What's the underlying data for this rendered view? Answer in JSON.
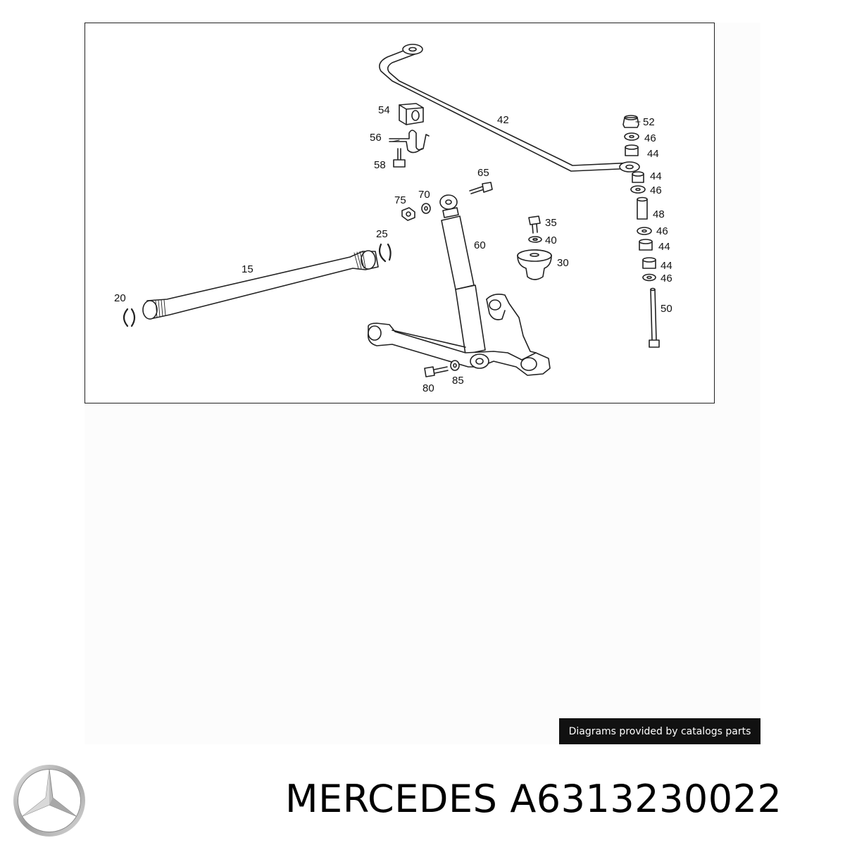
{
  "diagram": {
    "parts": [
      {
        "id": "p42",
        "label": "42",
        "name": "stabilizer-bar"
      },
      {
        "id": "p52",
        "label": "52",
        "name": "nut"
      },
      {
        "id": "p46a",
        "label": "46",
        "name": "washer"
      },
      {
        "id": "p44a",
        "label": "44",
        "name": "rubber-bushing"
      },
      {
        "id": "p44b",
        "label": "44",
        "name": "rubber-bushing"
      },
      {
        "id": "p46b",
        "label": "46",
        "name": "washer"
      },
      {
        "id": "p48",
        "label": "48",
        "name": "spacer-tube"
      },
      {
        "id": "p46c",
        "label": "46",
        "name": "washer"
      },
      {
        "id": "p44c",
        "label": "44",
        "name": "rubber-bushing"
      },
      {
        "id": "p44d",
        "label": "44",
        "name": "rubber-bushing"
      },
      {
        "id": "p46d",
        "label": "46",
        "name": "washer"
      },
      {
        "id": "p50",
        "label": "50",
        "name": "link-bolt"
      },
      {
        "id": "p54",
        "label": "54",
        "name": "bar-mount-bushing"
      },
      {
        "id": "p56",
        "label": "56",
        "name": "bracket-clamp"
      },
      {
        "id": "p58",
        "label": "58",
        "name": "bolt"
      },
      {
        "id": "p65",
        "label": "65",
        "name": "bolt"
      },
      {
        "id": "p75",
        "label": "75",
        "name": "nut"
      },
      {
        "id": "p70",
        "label": "70",
        "name": "washer"
      },
      {
        "id": "p60",
        "label": "60",
        "name": "shock-absorber"
      },
      {
        "id": "p35",
        "label": "35",
        "name": "bolt"
      },
      {
        "id": "p40",
        "label": "40",
        "name": "washer"
      },
      {
        "id": "p30",
        "label": "30",
        "name": "rubber-buffer"
      },
      {
        "id": "p25",
        "label": "25",
        "name": "snap-ring"
      },
      {
        "id": "p15",
        "label": "15",
        "name": "torsion-bar"
      },
      {
        "id": "p20",
        "label": "20",
        "name": "snap-ring"
      },
      {
        "id": "p80",
        "label": "80",
        "name": "bolt"
      },
      {
        "id": "p85",
        "label": "85",
        "name": "washer"
      }
    ]
  },
  "credit": "Diagrams provided by catalogs parts",
  "logo_icon": "mercedes-star-icon",
  "product": {
    "brand": "MERCEDES",
    "part_number": "A6313230022"
  }
}
